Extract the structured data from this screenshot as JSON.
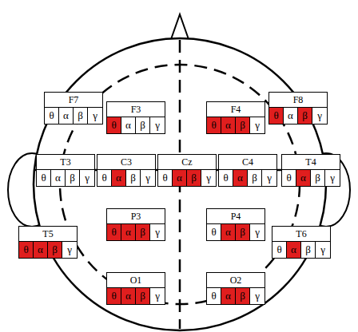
{
  "diagram": {
    "nodes": [
      {
        "text": [
          "F7"
        ]
      },
      {
        "text": [
          "θ"
        ],
        "in": 0
      },
      {
        "text": [
          "α"
        ],
        "in": 0
      },
      {
        "text": [
          "β"
        ],
        "in": 0
      },
      {
        "text": [
          "γ"
        ],
        "in": 0
      },
      {
        "text": [
          "F3"
        ]
      },
      {
        "text": [
          "θ"
        ],
        "in": 5
      },
      {
        "text": [
          "α"
        ],
        "in": 5
      },
      {
        "text": [
          "β"
        ],
        "in": 5
      },
      {
        "text": [
          "γ"
        ],
        "in": 5
      },
      {
        "text": [
          "F4"
        ]
      },
      {
        "text": [
          "θ"
        ],
        "in": 10
      },
      {
        "text": [
          "α"
        ],
        "in": 10
      },
      {
        "text": [
          "β"
        ],
        "in": 10
      },
      {
        "text": [
          "γ"
        ],
        "in": 10
      },
      {
        "text": [
          "F8"
        ]
      },
      {
        "text": [
          "θ"
        ],
        "in": 15
      },
      {
        "text": [
          "α"
        ],
        "in": 15
      },
      {
        "text": [
          "β"
        ],
        "in": 15
      },
      {
        "text": [
          "γ"
        ],
        "in": 15
      },
      {
        "text": [
          "T3"
        ]
      },
      {
        "text": [
          "θ"
        ],
        "in": 20
      },
      {
        "text": [
          "α"
        ],
        "in": 20
      },
      {
        "text": [
          "β"
        ],
        "in": 20
      },
      {
        "text": [
          "γ"
        ],
        "in": 20
      },
      {
        "text": [
          "C3"
        ]
      },
      {
        "text": [
          "θ"
        ],
        "in": 25
      },
      {
        "text": [
          "α"
        ],
        "in": 25
      },
      {
        "text": [
          "β"
        ],
        "in": 25
      },
      {
        "text": [
          "γ"
        ],
        "in": 25
      },
      {
        "text": [
          "Cz"
        ]
      },
      {
        "text": [
          "θ"
        ],
        "in": 30
      },
      {
        "text": [
          "α"
        ],
        "in": 30
      },
      {
        "text": [
          "β"
        ],
        "in": 30
      },
      {
        "text": [
          "γ"
        ],
        "in": 30
      },
      {
        "text": [
          "C4"
        ]
      },
      {
        "text": [
          "θ"
        ],
        "in": 35
      },
      {
        "text": [
          "α"
        ],
        "in": 35
      },
      {
        "text": [
          "β"
        ],
        "in": 35
      },
      {
        "text": [
          "γ"
        ],
        "in": 35
      },
      {
        "text": [
          "T4"
        ]
      },
      {
        "text": [
          "θ"
        ],
        "in": 40
      },
      {
        "text": [
          "α"
        ],
        "in": 40
      },
      {
        "text": [
          "β"
        ],
        "in": 40
      },
      {
        "text": [
          "γ"
        ],
        "in": 40
      },
      {
        "text": [
          "T5"
        ]
      },
      {
        "text": [
          "θ"
        ],
        "in": 45
      },
      {
        "text": [
          "α"
        ],
        "in": 45
      },
      {
        "text": [
          "β"
        ],
        "in": 45
      },
      {
        "text": [
          "γ"
        ],
        "in": 45
      },
      {
        "text": [
          "P3"
        ]
      },
      {
        "text": [
          "θ"
        ],
        "in": 50
      },
      {
        "text": [
          "α"
        ],
        "in": 50
      },
      {
        "text": [
          "β"
        ],
        "in": 50
      },
      {
        "text": [
          "γ"
        ],
        "in": 50
      },
      {
        "text": [
          "P4"
        ]
      },
      {
        "text": [
          "θ"
        ],
        "in": 55
      },
      {
        "text": [
          "α"
        ],
        "in": 55
      },
      {
        "text": [
          "β"
        ],
        "in": 55
      },
      {
        "text": [
          "γ"
        ],
        "in": 55
      },
      {
        "text": [
          "T6"
        ]
      },
      {
        "text": [
          "θ"
        ],
        "in": 60
      },
      {
        "text": [
          "α"
        ],
        "in": 60
      },
      {
        "text": [
          "β"
        ],
        "in": 60
      },
      {
        "text": [
          "γ"
        ],
        "in": 60
      },
      {
        "text": [
          "O1"
        ]
      },
      {
        "text": [
          "θ"
        ],
        "in": 65
      },
      {
        "text": [
          "α"
        ],
        "in": 65
      },
      {
        "text": [
          "β"
        ],
        "in": 65
      },
      {
        "text": [
          "γ"
        ],
        "in": 65
      },
      {
        "text": [
          "O2"
        ]
      },
      {
        "text": [
          "θ"
        ],
        "in": 70
      },
      {
        "text": [
          "α"
        ],
        "in": 70
      },
      {
        "text": [
          "β"
        ],
        "in": 70
      },
      {
        "text": [
          "γ"
        ],
        "in": 70
      }
    ]
  }
}
